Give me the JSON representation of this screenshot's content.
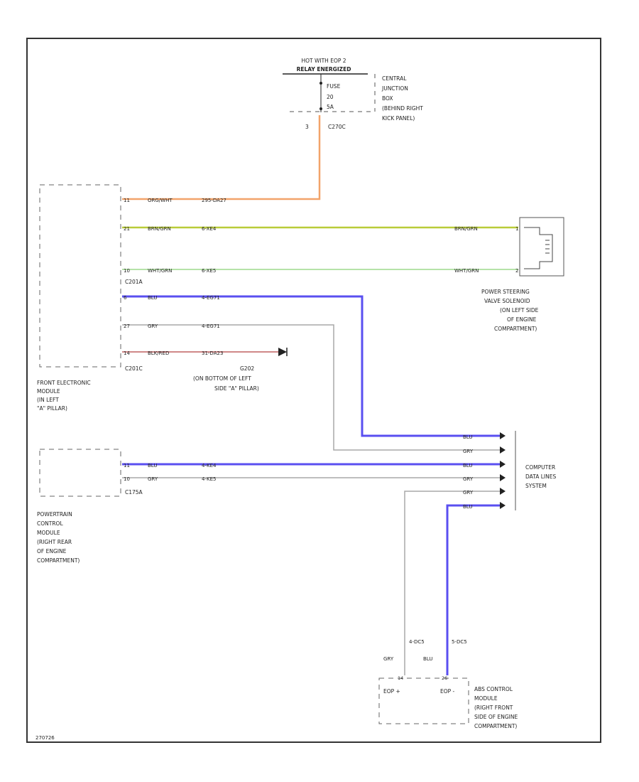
{
  "power_source": {
    "line1": "HOT WITH EOP 2",
    "line2": "RELAY ENERGIZED",
    "fuse": [
      "FUSE",
      "20",
      "5A"
    ],
    "pin": "3",
    "connector": "C270C"
  },
  "central_junction_box": [
    "CENTRAL",
    "JUNCTION",
    "BOX",
    "(BEHIND RIGHT",
    "KICK PANEL)"
  ],
  "fem": {
    "label": [
      "FRONT ELECTRONIC",
      "MODULE",
      "(IN LEFT",
      "\"A\" PILLAR)"
    ],
    "connector_top": "C201A",
    "connector_bottom": "C201C"
  },
  "wires": {
    "fem_1": {
      "pin": "11",
      "color": "ORG/WHT",
      "circuit": "295-DA27"
    },
    "fem_2": {
      "pin": "21",
      "color": "BRN/GRN",
      "circuit": "6-XE4"
    },
    "fem_3": {
      "pin": "10",
      "color": "WHT/GRN",
      "circuit": "6-XE5"
    },
    "fem_4": {
      "pin": "6",
      "color": "BLU",
      "circuit": "4-EG71"
    },
    "fem_5": {
      "pin": "27",
      "color": "GRY",
      "circuit": "4-EG71"
    },
    "fem_6": {
      "pin": "14",
      "color": "BLK/RED",
      "circuit": "31-DA23"
    },
    "pcm_1": {
      "pin": "11",
      "color": "BLU",
      "circuit": "4-KE4"
    },
    "pcm_2": {
      "pin": "10",
      "color": "GRY",
      "circuit": "4-KE5"
    },
    "pssv_1": {
      "color": "BRN/GRN",
      "pin": "1"
    },
    "pssv_2": {
      "color": "WHT/GRN",
      "pin": "2"
    }
  },
  "ground": {
    "id": "G202",
    "location": [
      "(ON BOTTOM OF LEFT",
      "SIDE \"A\" PILLAR)"
    ]
  },
  "power_steering_valve": [
    "POWER STEERING",
    "VALVE SOLENOID",
    "(ON LEFT SIDE",
    "OF ENGINE",
    "COMPARTMENT)"
  ],
  "pcm": {
    "label": [
      "POWERTRAIN",
      "CONTROL",
      "MODULE",
      "(RIGHT REAR",
      "OF ENGINE",
      "COMPARTMENT)"
    ],
    "connector": "C175A"
  },
  "data_lines": {
    "wire_colors": [
      "BLU",
      "GRY",
      "BLU",
      "GRY",
      "GRY",
      "BLU"
    ],
    "label": [
      "COMPUTER",
      "DATA LINES",
      "SYSTEM"
    ]
  },
  "abs": {
    "label": [
      "ABS CONTROL",
      "MODULE",
      "(RIGHT FRONT",
      "SIDE OF ENGINE",
      "COMPARTMENT)"
    ],
    "wire_gry": {
      "color": "GRY",
      "circuit": "4-DC5",
      "pin": "14"
    },
    "wire_blu": {
      "color": "BLU",
      "circuit": "5-DC5",
      "pin": "26"
    },
    "pin_left": "EOP +",
    "pin_right": "EOP -"
  },
  "footer_code": "270726",
  "colors": {
    "orange": "#f2a36a",
    "brn_grn": "#b9cc39",
    "wht_grn": "#b6e3a9",
    "blu": "#5a4ff0",
    "gry": "#a8a8a8",
    "blk_red": "#c06060",
    "frame": "#333333"
  }
}
